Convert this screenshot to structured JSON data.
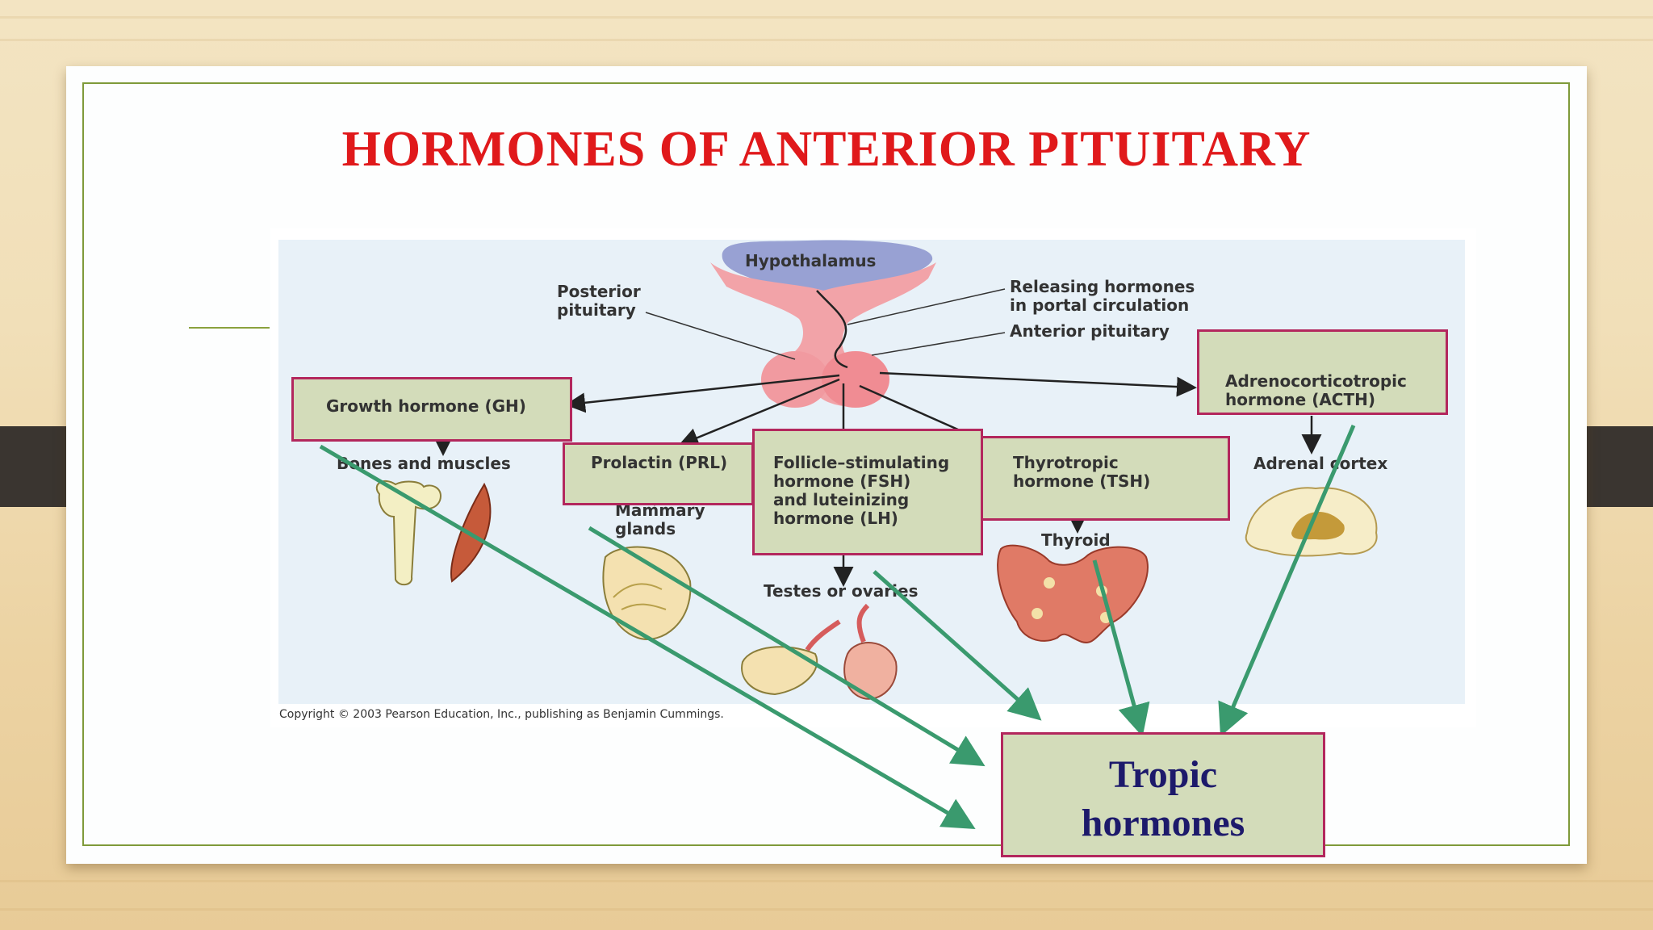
{
  "slide": {
    "title": "HORMONES OF ANTERIOR PITUITARY"
  },
  "diagram": {
    "hypothalamus": "Hypothalamus",
    "posterior_pituitary": "Posterior\npituitary",
    "releasing_hormones": "Releasing hormones\nin portal circulation",
    "anterior_pituitary": "Anterior pituitary",
    "growth_hormone": "Growth hormone (GH)",
    "bones_muscles": "Bones and muscles",
    "prolactin": "Prolactin (PRL)",
    "mammary_glands": "Mammary\nglands",
    "fsh_lh": "Follicle–stimulating\nhormone (FSH)\nand luteinizing\nhormone (LH)",
    "testes_ovaries": "Testes or ovaries",
    "tsh": "Thyrotropic\nhormone (TSH)",
    "thyroid": "Thyroid",
    "acth": "Adrenocorticotropic\nhormone (ACTH)",
    "adrenal_cortex": "Adrenal cortex",
    "copyright": "Copyright © 2003 Pearson Education, Inc., publishing as Benjamin Cummings."
  },
  "callout": {
    "line1": "Tropic",
    "line2": "hormones"
  },
  "colors": {
    "title": "#e0191b",
    "box_fill": "#d3dcba",
    "box_border": "#b3275d",
    "green_arrow": "#3a9a6e",
    "callout_text": "#1d1a6b"
  }
}
